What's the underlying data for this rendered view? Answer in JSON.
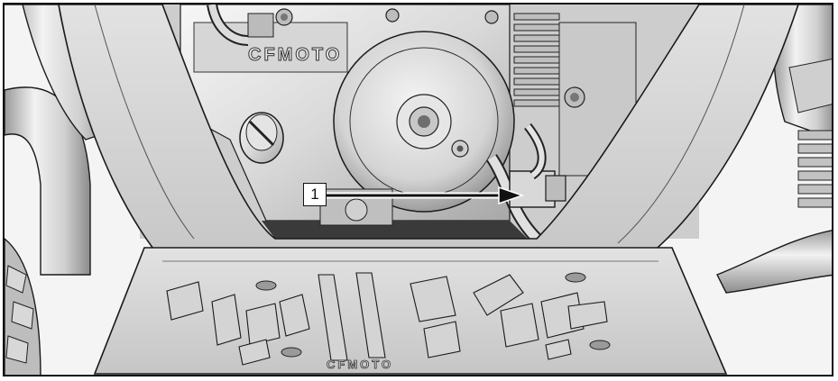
{
  "diagram": {
    "brand_upper": "CFMOTO",
    "brand_lower": "CFMOTO",
    "callouts": [
      {
        "label": "1"
      }
    ]
  },
  "colors": {
    "line": "#1a1a1a",
    "metal_light": "#e9e9e9",
    "metal_mid": "#cfcfcf",
    "metal_dark": "#8a8a8a",
    "shadow": "#3a3a3a"
  }
}
